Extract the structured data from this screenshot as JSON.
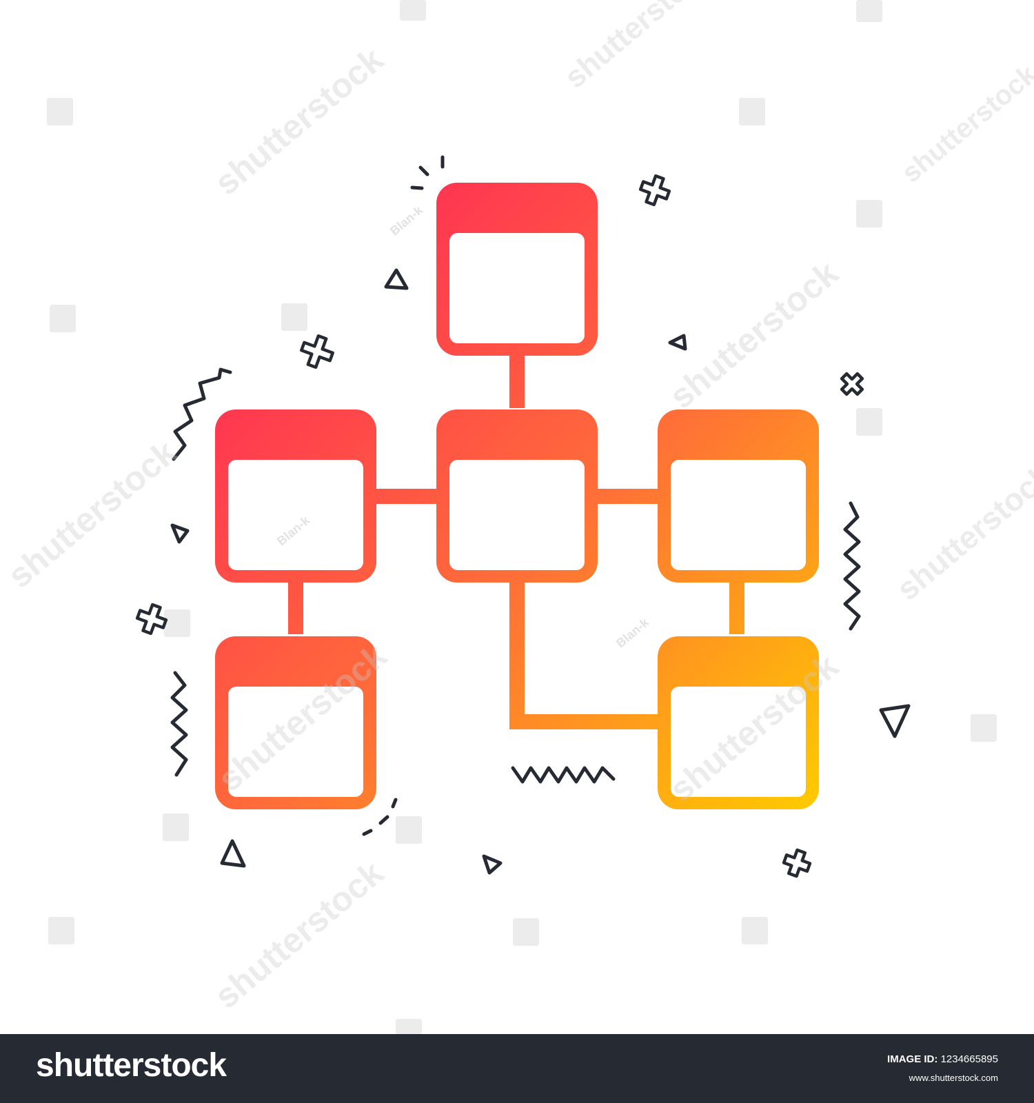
{
  "colors": {
    "gradient_start": "#ff1a5e",
    "gradient_mid": "#ff6a3a",
    "gradient_end": "#ffc800",
    "doodle_stroke": "#262a33",
    "footer_bg": "#262a33",
    "footer_text": "#ffffff"
  },
  "icon": "hierarchy-blocks-diagram-icon",
  "watermark": {
    "brand": "shutterstock",
    "author": "Blan-k"
  },
  "footer": {
    "logo": "shutterstock",
    "image_id_label": "IMAGE ID:",
    "image_id_value": "1234665895",
    "url": "www.shutterstock.com"
  }
}
